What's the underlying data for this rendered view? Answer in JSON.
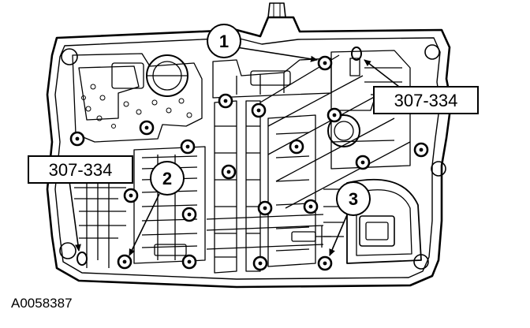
{
  "diagram": {
    "figure_id": "A0058387",
    "callouts": [
      {
        "number": "1"
      },
      {
        "number": "2"
      },
      {
        "number": "3"
      }
    ],
    "tool_labels": [
      {
        "text": "307-334"
      },
      {
        "text": "307-334"
      }
    ],
    "colors": {
      "ink": "#000000",
      "paper": "#ffffff"
    }
  }
}
